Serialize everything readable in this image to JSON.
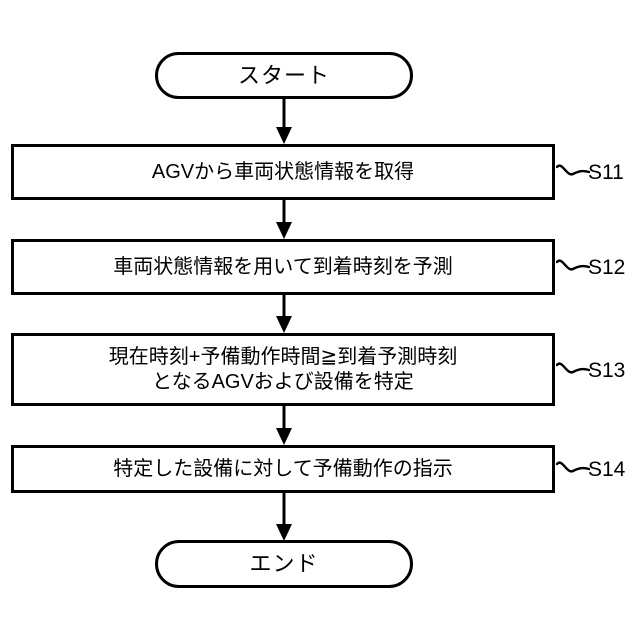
{
  "diagram": {
    "title": "AGV preliminary-operation instruction flowchart",
    "stroke_color": "#000000",
    "background_color": "#ffffff",
    "start_node": {
      "label": "スタート",
      "shape": "terminator"
    },
    "end_node": {
      "label": "エンド",
      "shape": "terminator"
    },
    "steps": [
      {
        "code": "S11",
        "text": "AGVから車両状態情報を取得",
        "shape": "process"
      },
      {
        "code": "S12",
        "text": "車両状態情報を用いて到着時刻を予測",
        "shape": "process"
      },
      {
        "code": "S13",
        "text": "現在時刻+予備動作時間≧到着予測時刻\nとなるAGVおよび設備を特定",
        "shape": "process"
      },
      {
        "code": "S14",
        "text": "特定した設備に対して予備動作の指示",
        "shape": "process"
      }
    ]
  }
}
